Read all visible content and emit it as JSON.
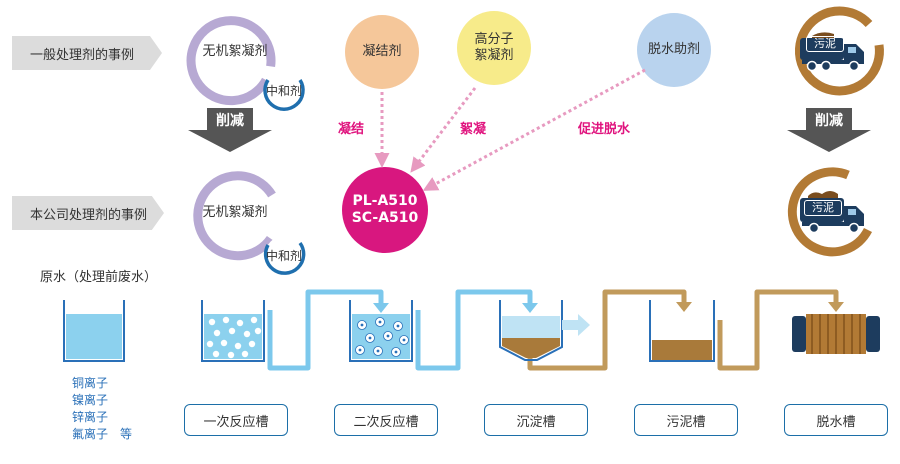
{
  "row_labels": {
    "general": "一般处理剂的事例",
    "company": "本公司处理剂的事例"
  },
  "agents": {
    "inorganic": "无机絮凝剂",
    "neutralizer": "中和剂",
    "coagulant": "凝结剂",
    "polymer_line1": "高分子",
    "polymer_line2": "絮凝剂",
    "dewatering": "脱水助剂",
    "product_line1": "PL-A510",
    "product_line2": "SC-A510",
    "sludge": "污泥"
  },
  "effects": {
    "coagulation": "凝结",
    "flocculation": "絮凝",
    "promote_dewatering": "促进脱水"
  },
  "reduce_label": "削减",
  "raw_water_label": "原水（处理前废水）",
  "ions": [
    "铜离子",
    "镍离子",
    "锌离子",
    "氟离子　等"
  ],
  "stages": [
    "一次反应槽",
    "二次反应槽",
    "沉淀槽",
    "污泥槽",
    "脱水槽"
  ],
  "colors": {
    "purple_ring": "#b7a9d3",
    "neutral_ring": "#1f6fae",
    "coagulant_circle": "#f5c79a",
    "polymer_circle": "#f7eb8a",
    "dewatering_circle": "#b9d3ee",
    "product_circle": "#d8177f",
    "sludge_ring": "#b27a35",
    "water": "#8cd1ee",
    "pipe_blue": "#7cc8ec",
    "pipe_brown": "#c19a5b",
    "sludge": "#a97a3a",
    "pink_arrow": "#e79ac0"
  }
}
